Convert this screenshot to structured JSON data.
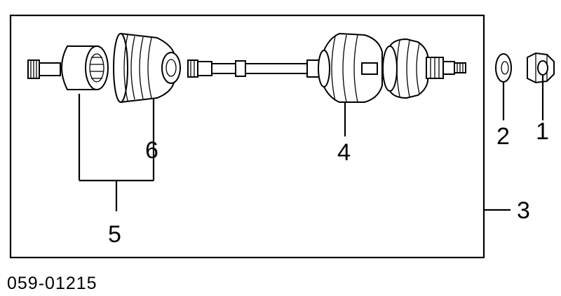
{
  "diagram": {
    "callouts": {
      "c1": "1",
      "c2": "2",
      "c3": "3",
      "c4": "4",
      "c5": "5",
      "c6": "6"
    },
    "part_code": "059-01215"
  }
}
